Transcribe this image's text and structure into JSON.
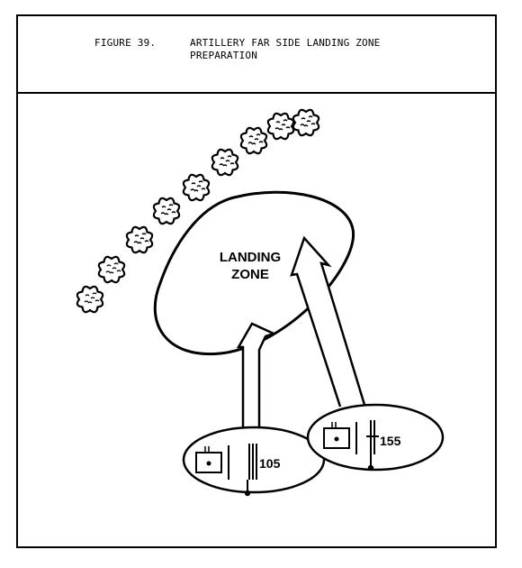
{
  "caption": {
    "figure_number": "FIGURE 39.",
    "title_line1": "ARTILLERY FAR SIDE LANDING ZONE",
    "title_line2": "PREPARATION"
  },
  "diagram": {
    "zone_label_line1": "LANDING",
    "zone_label_line2": "ZONE",
    "units": [
      {
        "caliber": "105"
      },
      {
        "caliber": "155"
      }
    ]
  }
}
